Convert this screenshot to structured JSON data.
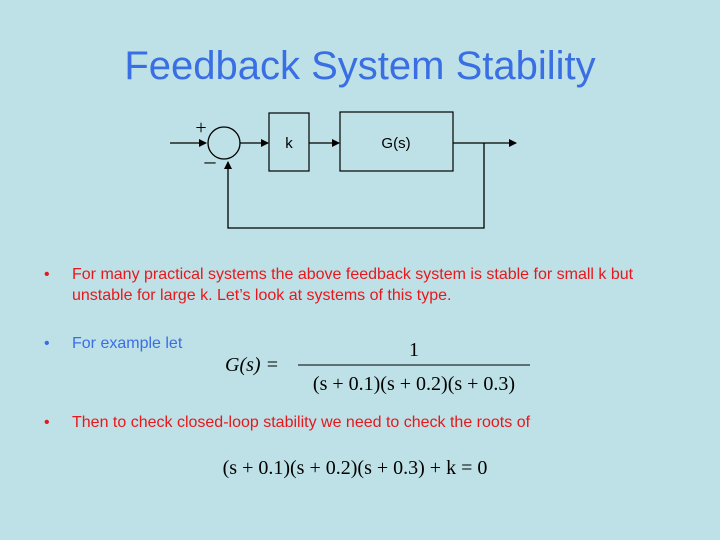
{
  "title": "Feedback System Stability",
  "diagram": {
    "plus_sign": "+",
    "minus_sign": "–",
    "k_block_label": "k",
    "g_block_label": "G(s)"
  },
  "bullets": [
    {
      "marker": "•",
      "text": "For many practical systems the above feedback system is stable for small k but unstable for large k. Let’s look at systems of this type.",
      "color": "#e8171b"
    },
    {
      "marker": "•",
      "text": "For example let",
      "color": "#3a6ee4"
    },
    {
      "marker": "•",
      "text": "Then to check closed-loop stability we need to check the roots of",
      "color": "#e8171b"
    }
  ],
  "equations": {
    "transfer_lhs": "G(s) =",
    "transfer_numerator": "1",
    "transfer_denominator": "(s + 0.1)(s + 0.2)(s + 0.3)",
    "characteristic": "(s + 0.1)(s + 0.2)(s + 0.3) + k = 0"
  }
}
